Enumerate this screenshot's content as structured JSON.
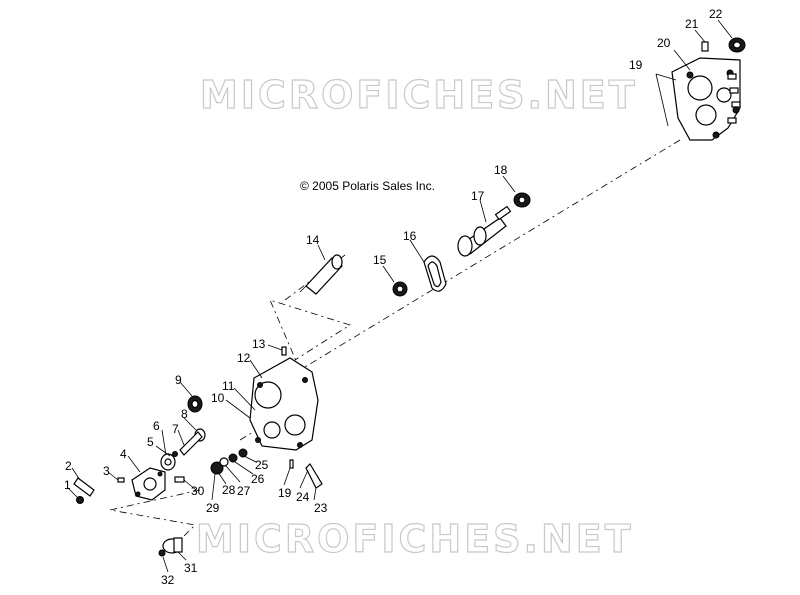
{
  "watermarks": [
    "MICROFICHES.NET",
    "MICROFICHES.NET"
  ],
  "copyright": "© 2005 Polaris Sales Inc.",
  "callouts": [
    "1",
    "2",
    "3",
    "4",
    "5",
    "6",
    "7",
    "8",
    "9",
    "10",
    "11",
    "12",
    "13",
    "14",
    "15",
    "16",
    "17",
    "18",
    "19",
    "19",
    "20",
    "21",
    "22",
    "23",
    "24",
    "25",
    "26",
    "27",
    "28",
    "29",
    "30",
    "31",
    "32"
  ]
}
